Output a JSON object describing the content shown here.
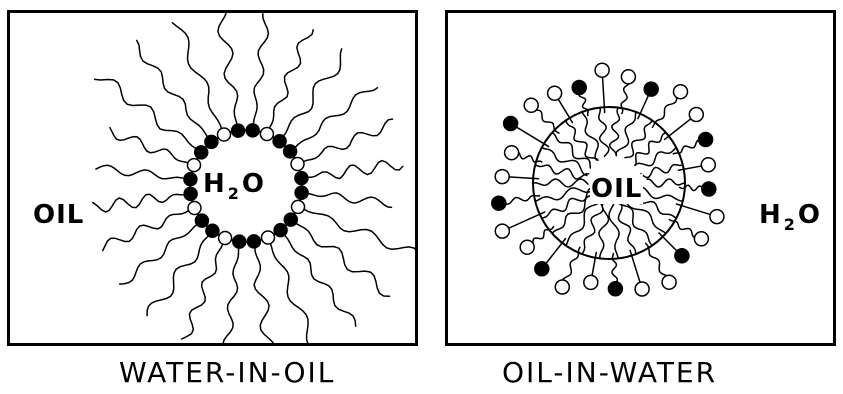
{
  "left_panel": {
    "medium_label": "OIL",
    "core_label_main": "H",
    "core_label_sub": "2",
    "core_label_tail": "O",
    "caption": "WATER-IN-OIL",
    "surfactant_count": 24
  },
  "right_panel": {
    "medium_label_main": "H",
    "medium_label_sub": "2",
    "medium_label_tail": "O",
    "core_label": "OIL",
    "caption": "OIL-IN-WATER",
    "surfactant_count": 26
  }
}
